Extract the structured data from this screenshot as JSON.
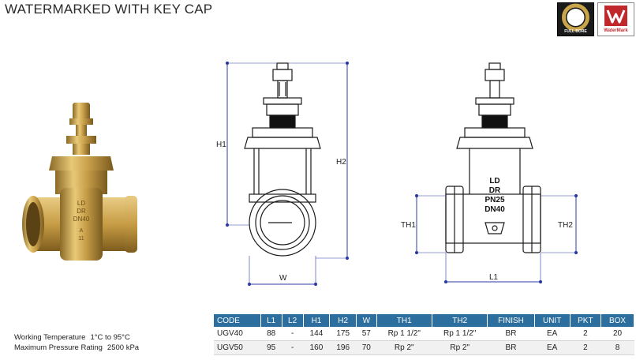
{
  "title": "WATERMARKED WITH KEY CAP",
  "logos": {
    "full_bore_caption": "FULL BORE",
    "watermark_caption": "WaterMark",
    "brand_red": "#c0282b"
  },
  "photo": {
    "body_markings": [
      "LD",
      "DR",
      "DN40",
      "A",
      "11"
    ]
  },
  "drawing": {
    "front_dims": {
      "h1": "H1",
      "h2": "H2",
      "w": "W"
    },
    "side_dims": {
      "th1": "TH1",
      "th2": "TH2",
      "l1": "L1"
    },
    "body_markings": [
      "LD",
      "DR",
      "PN25",
      "DN40"
    ]
  },
  "specs": {
    "working_temp_label": "Working Temperature",
    "working_temp_value": "1°C to 95°C",
    "max_pressure_label": "Maximum Pressure Rating",
    "max_pressure_value": "2500 kPa"
  },
  "table": {
    "header_color": "#2c6e9d",
    "columns": [
      "CODE",
      "L1",
      "L2",
      "H1",
      "H2",
      "W",
      "TH1",
      "TH2",
      "FINISH",
      "UNIT",
      "PKT",
      "BOX"
    ],
    "rows": [
      [
        "UGV40",
        "88",
        "-",
        "144",
        "175",
        "57",
        "Rp 1 1/2\"",
        "Rp 1 1/2\"",
        "BR",
        "EA",
        "2",
        "20"
      ],
      [
        "UGV50",
        "95",
        "-",
        "160",
        "196",
        "70",
        "Rp 2\"",
        "Rp 2\"",
        "BR",
        "EA",
        "2",
        "8"
      ]
    ]
  }
}
